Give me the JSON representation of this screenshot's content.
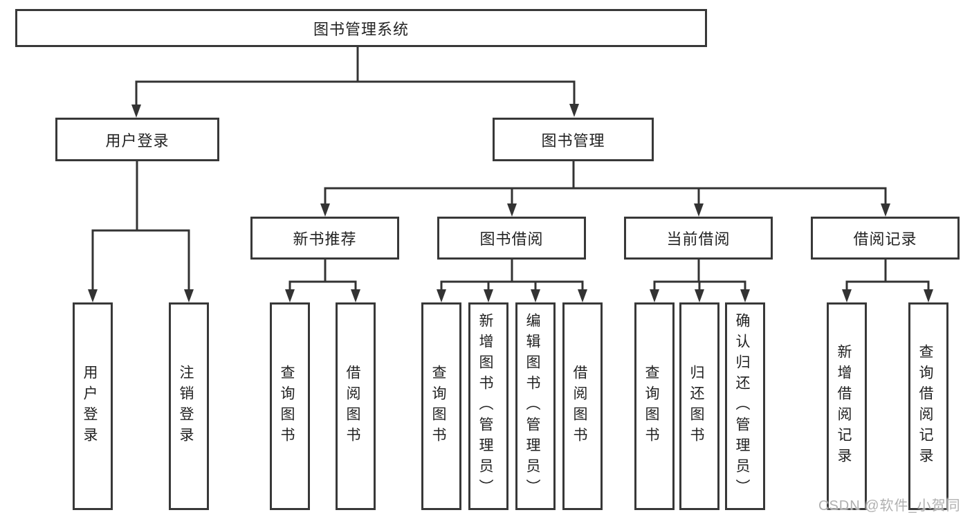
{
  "colors": {
    "background": "#ffffff",
    "line": "#333333",
    "box_border": "#383838",
    "text": "#222222",
    "watermark": "#b0b0b0"
  },
  "watermark": {
    "text": "CSDN @软件_小贺同学"
  },
  "tree": {
    "root": "图书管理系统",
    "user_login_branch": {
      "label": "用户登录",
      "children": [
        "用户登录",
        "注销登录"
      ]
    },
    "book_mgmt_branch": {
      "label": "图书管理",
      "sections": [
        {
          "label": "新书推荐",
          "children": [
            "查询图书",
            "借阅图书"
          ]
        },
        {
          "label": "图书借阅",
          "children": [
            "查询图书",
            "新增图书（管理员）",
            "编辑图书（管理员）",
            "借阅图书"
          ]
        },
        {
          "label": "当前借阅",
          "children": [
            "查询图书",
            "归还图书",
            "确认归还（管理员）"
          ]
        },
        {
          "label": "借阅记录",
          "children": [
            "新增借阅记录",
            "查询借阅记录"
          ]
        }
      ]
    }
  }
}
